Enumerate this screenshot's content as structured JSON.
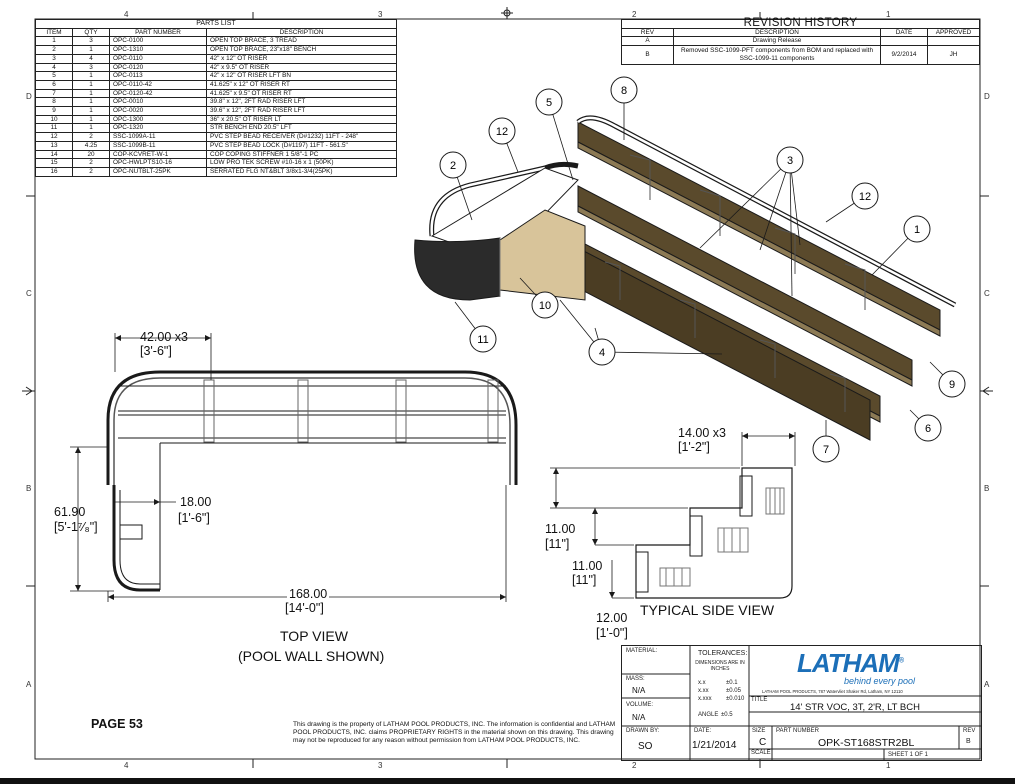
{
  "zones": {
    "columns": [
      "4",
      "3",
      "2",
      "1"
    ],
    "rows": [
      "D",
      "C",
      "B",
      "A"
    ]
  },
  "parts_list": {
    "title": "PARTS LIST",
    "headers": [
      "ITEM",
      "QTY",
      "PART NUMBER",
      "DESCRIPTION"
    ],
    "rows": [
      [
        "1",
        "3",
        "OPC-0100",
        "OPEN TOP BRACE, 3 TREAD"
      ],
      [
        "2",
        "1",
        "OPC-1310",
        "OPEN TOP BRACE, 23\"x18\" BENCH"
      ],
      [
        "3",
        "4",
        "OPC-0110",
        "42\" x 12\" OT RISER"
      ],
      [
        "4",
        "3",
        "OPC-0120",
        "42\" x 9.5\" OT RISER"
      ],
      [
        "5",
        "1",
        "OPC-0113",
        "42\" x 12\" OT RISER LFT BN"
      ],
      [
        "6",
        "1",
        "OPC-0110-42",
        "41.625\" x 12\" OT RISER RT"
      ],
      [
        "7",
        "1",
        "OPC-0120-42",
        "41.625\" x 9.5\" OT RISER RT"
      ],
      [
        "8",
        "1",
        "OPC-0010",
        "39.8\" x 12\", 2FT RAD RISER LFT"
      ],
      [
        "9",
        "1",
        "OPC-0020",
        "39.6\" x 12\", 2FT RAD RISER LFT"
      ],
      [
        "10",
        "1",
        "OPC-1300",
        "36\" x 20.5\" OT RISER LT"
      ],
      [
        "11",
        "1",
        "OPC-1320",
        "STR BENCH END 20.5\" LFT"
      ],
      [
        "12",
        "2",
        "SSC-1099A-11",
        "PVC STEP BEAD RECEIVER (D#1232) 11FT - 248\""
      ],
      [
        "13",
        "4.25",
        "SSC-1099B-11",
        "PVC STEP BEAD LOCK (D#1197) 11FT - 561.5\""
      ],
      [
        "14",
        "20",
        "COP-KCVRET-W-1",
        "COP COPING STIFFNER 1 5/8\"-1 PC"
      ],
      [
        "15",
        "2",
        "OPC-HWLPTS10-16",
        "LOW PRO TEK SCREW #10-16 x 1 (50PK)"
      ],
      [
        "16",
        "2",
        "OPC-NUTBLT-25PK",
        "SERRATED FLG NT&BLT 3/8x1-3/4(25PK)"
      ]
    ]
  },
  "revision_history": {
    "title": "REVISION HISTORY",
    "headers": [
      "REV",
      "DESCRIPTION",
      "DATE",
      "APPROVED"
    ],
    "rows": [
      [
        "A",
        "Drawing Release",
        "",
        ""
      ],
      [
        "B",
        "Removed SSC-1099-PFT components from BOM and replaced with SSC-1099-11 components",
        "9/2/2014",
        "JH"
      ]
    ]
  },
  "iso_view": {
    "balloons": [
      "1",
      "2",
      "3",
      "4",
      "5",
      "6",
      "7",
      "8",
      "9",
      "10",
      "11",
      "12",
      "12"
    ]
  },
  "top_view": {
    "title": "TOP VIEW",
    "subtitle": "(POOL WALL SHOWN)",
    "dim_width": "42.00 x3",
    "dim_width_ft": "[3'-6\"]",
    "dim_bench": "18.00",
    "dim_bench_ft": "[1'-6\"]",
    "dim_height": "61.90",
    "dim_height_ft": "[5'-1⁷⁄₈\"]",
    "dim_length": "168.00",
    "dim_length_ft": "[14'-0\"]"
  },
  "side_view": {
    "title": "TYPICAL SIDE VIEW",
    "dim_tread": "14.00 x3",
    "dim_tread_ft": "[1'-2\"]",
    "dim_rise1": "11.00",
    "dim_rise1_ft": "[11\"]",
    "dim_rise2": "11.00",
    "dim_rise2_ft": "[11\"]",
    "dim_rise3": "12.00",
    "dim_rise3_ft": "[1'-0\"]"
  },
  "page_label": "PAGE 53",
  "legal_text": "This drawing is the property of LATHAM POOL PRODUCTS, INC. The information is confidential and LATHAM POOL PRODUCTS, INC. claims PROPRIETARY RIGHTS in the material shown on this drawing. This drawing may not be reproduced for any reason without permission from LATHAM POOL PRODUCTS, INC.",
  "title_block": {
    "material_label": "MATERIAL:",
    "tolerances_label": "TOLERANCES:",
    "tolerances_note": "DIMENSIONS ARE IN INCHES",
    "tol_xx": "x.x",
    "tol_xx_val": "±0.1",
    "tol_xxx": "x.xx",
    "tol_xxx_val": "±0.05",
    "tol_xxxx": "x.xxx",
    "tol_xxxx_val": "±0.010",
    "angle_label": "ANGLE",
    "angle_val": "±0.5",
    "mass_label": "MASS:",
    "mass_value": "N/A",
    "volume_label": "VOLUME:",
    "volume_value": "N/A",
    "logo_text": "LATHAM",
    "logo_tm": "®",
    "tagline": "behind every pool",
    "company_address": "LATHAM POOL PRODUCTS, 787 Watervliet Shaker Rd, Latham, NY 12110",
    "title_label": "TITLE",
    "title_value": "14' STR VOC, 3T, 2'R, LT BCH",
    "drawn_by_label": "DRAWN BY:",
    "drawn_by_value": "SO",
    "date_label": "DATE:",
    "date_value": "1/21/2014",
    "size_label": "SIZE",
    "size_value": "C",
    "part_number_label": "PART NUMBER",
    "part_number_value": "OPK-ST168STR2BL",
    "rev_label": "REV",
    "rev_value": "B",
    "scale_label": "SCALE",
    "sheet_label": "SHEET 1   OF 1"
  },
  "colors": {
    "line": "#1a1a1a",
    "riser_brown": "#5a4a2c",
    "riser_light": "#8c7a55",
    "bench_tan": "#d8c49a",
    "bench_dark": "#2b2b2b",
    "logo_blue": "#1c6fb8"
  }
}
